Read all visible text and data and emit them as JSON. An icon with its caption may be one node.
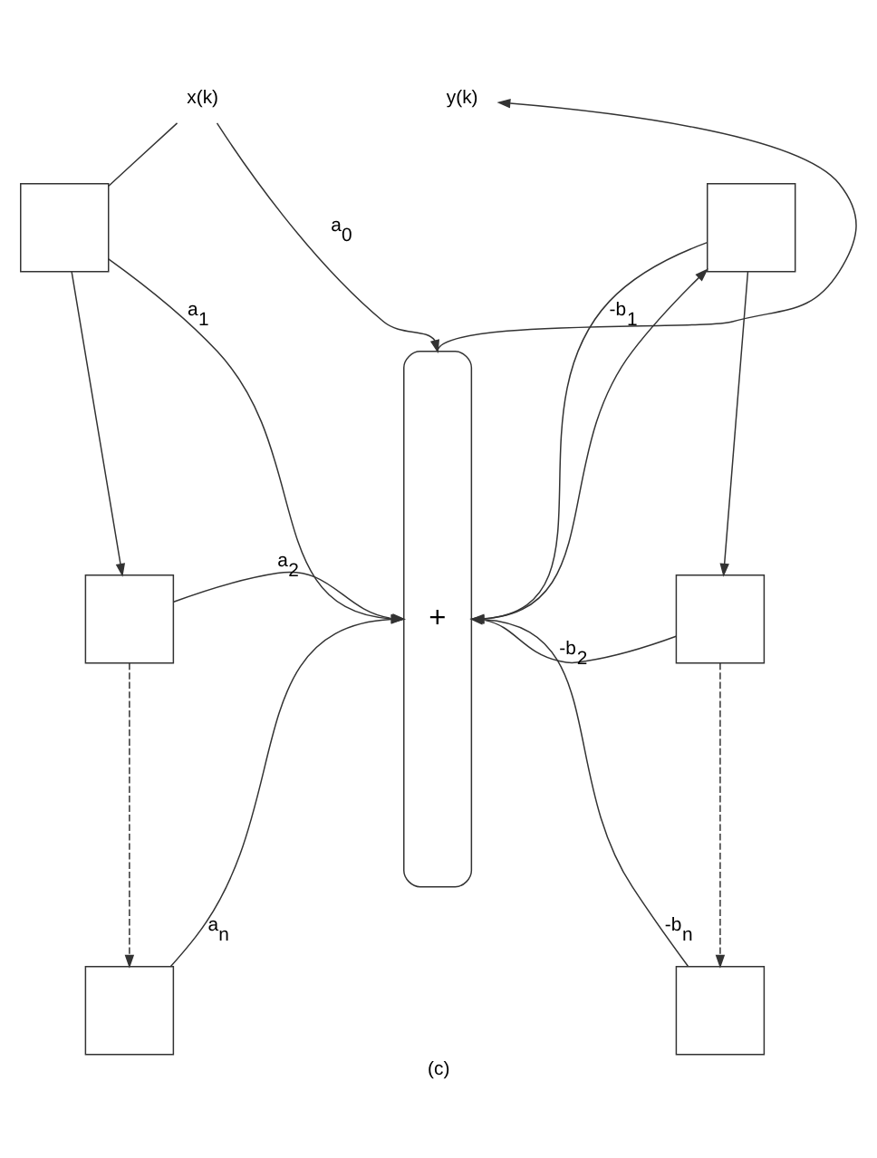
{
  "diagram": {
    "caption": "(c)",
    "nodes": [
      {
        "text": [
          "x(k)"
        ]
      },
      {
        "text": [
          "y(k)"
        ]
      },
      {
        "text": [],
        "shape": "box"
      },
      {
        "text": [],
        "shape": "box"
      },
      {
        "text": [],
        "shape": "box"
      },
      {
        "text": [
          "+"
        ]
      },
      {
        "text": [],
        "shape": "box"
      },
      {
        "text": [],
        "shape": "box"
      },
      {
        "text": [],
        "shape": "box"
      }
    ],
    "edges": [
      {
        "from": 0,
        "to": 5,
        "arrow": "to",
        "label": "a$_{0}$"
      },
      {
        "from": 0,
        "to": 2,
        "arrow": "none"
      },
      {
        "from": 2,
        "to": 3,
        "arrow": "to"
      },
      {
        "from": 2,
        "to": 5,
        "arrow": "to",
        "label": "a$_{1}$"
      },
      {
        "from": 3,
        "to": 4,
        "arrow": "to",
        "style": "dashed"
      },
      {
        "from": 3,
        "to": 5,
        "arrow": "to",
        "label": "a$_{2}$"
      },
      {
        "from": 4,
        "to": 5,
        "arrow": "to",
        "label": "a$_{n}$"
      },
      {
        "from": 5,
        "to": 1,
        "arrow": "to"
      },
      {
        "from": 5,
        "to": 6,
        "arrow": "to"
      },
      {
        "from": 6,
        "to": 7,
        "arrow": "to"
      },
      {
        "from": 6,
        "to": 5,
        "arrow": "to",
        "label": "-b$_{1}$"
      },
      {
        "from": 7,
        "to": 8,
        "arrow": "to",
        "style": "dashed"
      },
      {
        "from": 7,
        "to": 5,
        "arrow": "to",
        "label": "-b$_{2}$"
      },
      {
        "from": 8,
        "to": 5,
        "arrow": "to",
        "label": "-b$_{n}$"
      }
    ]
  }
}
